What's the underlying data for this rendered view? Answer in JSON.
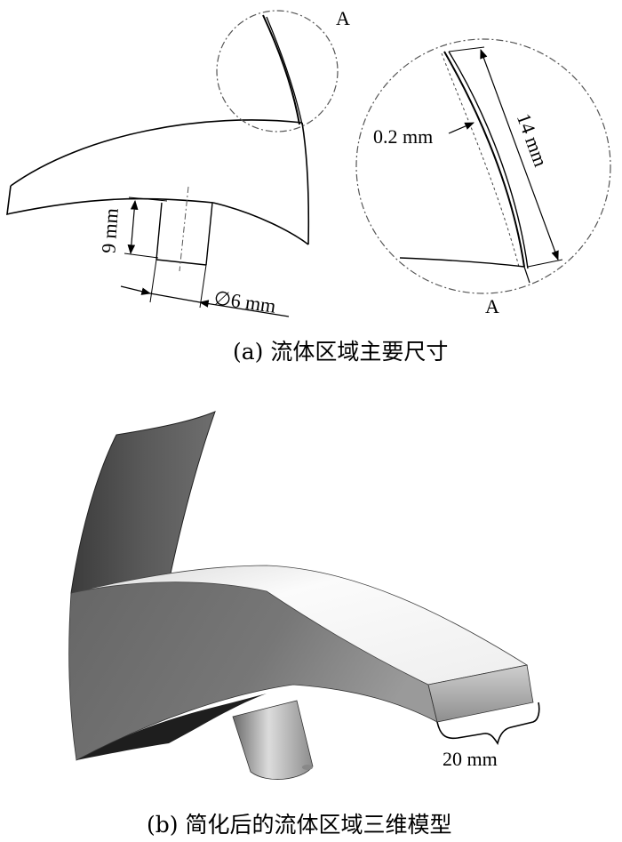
{
  "panel_a": {
    "caption": "(a)  流体区域主要尺寸",
    "detail_label_top": "A",
    "detail_label_bottom": "A",
    "dims": {
      "height": "9 mm",
      "diameter": "∅6 mm",
      "thickness": "0.2 mm",
      "length": "14 mm"
    }
  },
  "panel_b": {
    "caption": "(b)  简化后的流体区域三维模型",
    "dims": {
      "width": "20 mm"
    }
  },
  "colors": {
    "line": "#000000",
    "dark_face": "#5e5e5e",
    "mid_face": "#7a7a7a",
    "light_face": "#f4f4f4",
    "shadow": "#1e1e1e"
  }
}
